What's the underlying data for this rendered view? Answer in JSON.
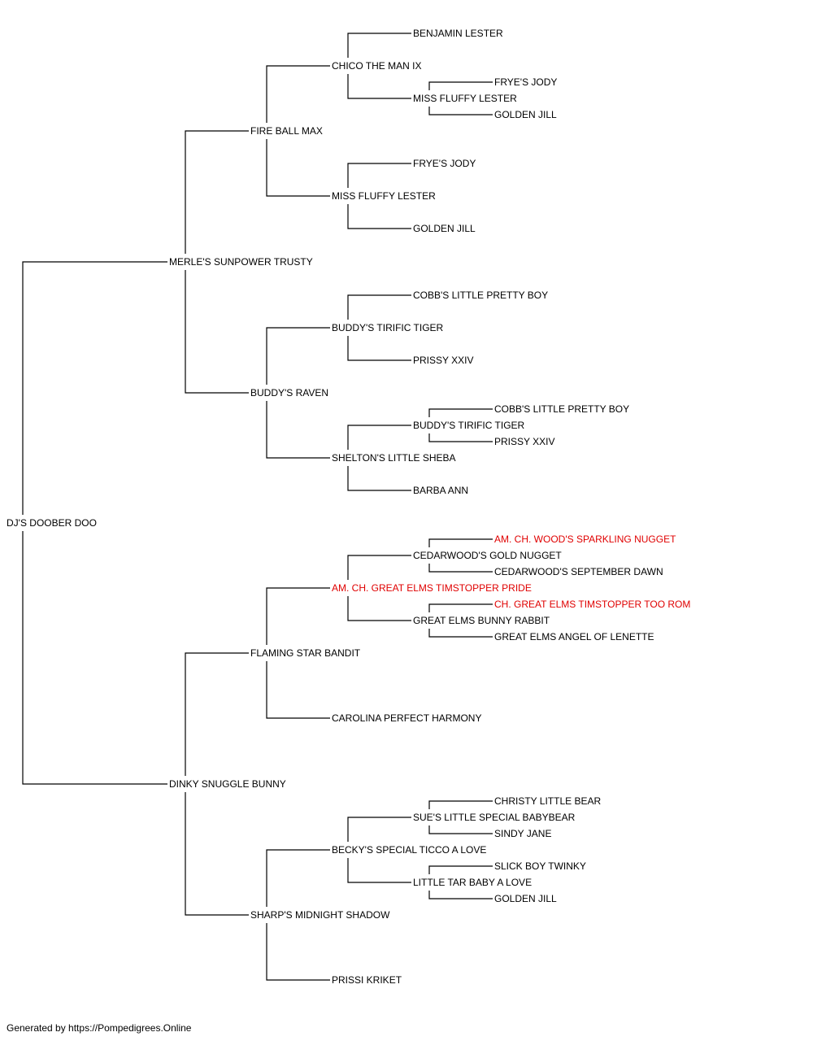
{
  "pedigree": {
    "name": "DJ'S DOOBER DOO",
    "sire": {
      "name": "MERLE'S SUNPOWER TRUSTY",
      "sire": {
        "name": "FIRE BALL MAX",
        "sire": {
          "name": "CHICO THE MAN IX",
          "sire": {
            "name": "BENJAMIN LESTER"
          },
          "dam": {
            "name": "MISS FLUFFY LESTER",
            "sire": {
              "name": "FRYE'S JODY"
            },
            "dam": {
              "name": "GOLDEN JILL"
            }
          }
        },
        "dam": {
          "name": "MISS FLUFFY LESTER",
          "sire": {
            "name": "FRYE'S JODY"
          },
          "dam": {
            "name": "GOLDEN JILL"
          }
        }
      },
      "dam": {
        "name": "BUDDY'S RAVEN",
        "sire": {
          "name": "BUDDY'S TIRIFIC TIGER",
          "sire": {
            "name": "COBB'S LITTLE PRETTY BOY"
          },
          "dam": {
            "name": "PRISSY XXIV"
          }
        },
        "dam": {
          "name": "SHELTON'S LITTLE SHEBA",
          "sire": {
            "name": "BUDDY'S TIRIFIC TIGER",
            "sire": {
              "name": "COBB'S LITTLE PRETTY BOY"
            },
            "dam": {
              "name": "PRISSY XXIV"
            }
          },
          "dam": {
            "name": "BARBA ANN"
          }
        }
      }
    },
    "dam": {
      "name": "DINKY SNUGGLE BUNNY",
      "sire": {
        "name": "FLAMING STAR BANDIT",
        "sire": {
          "name": "AM. CH. GREAT ELMS TIMSTOPPER PRIDE",
          "champion": true,
          "sire": {
            "name": "CEDARWOOD'S GOLD NUGGET",
            "sire": {
              "name": "AM. CH. WOOD'S SPARKLING NUGGET",
              "champion": true
            },
            "dam": {
              "name": "CEDARWOOD'S SEPTEMBER DAWN"
            }
          },
          "dam": {
            "name": "GREAT ELMS BUNNY RABBIT",
            "sire": {
              "name": "CH. GREAT ELMS TIMSTOPPER TOO ROM",
              "champion": true
            },
            "dam": {
              "name": "GREAT ELMS ANGEL OF LENETTE"
            }
          }
        },
        "dam": {
          "name": "CAROLINA PERFECT HARMONY"
        }
      },
      "dam": {
        "name": "SHARP'S MIDNIGHT SHADOW",
        "sire": {
          "name": "BECKY'S SPECIAL TICCO A LOVE",
          "sire": {
            "name": "SUE'S LITTLE SPECIAL BABYBEAR",
            "sire": {
              "name": "CHRISTY LITTLE BEAR"
            },
            "dam": {
              "name": "SINDY JANE"
            }
          },
          "dam": {
            "name": "LITTLE TAR BABY A LOVE",
            "sire": {
              "name": "SLICK BOY TWINKY"
            },
            "dam": {
              "name": "GOLDEN JILL"
            }
          }
        },
        "dam": {
          "name": "PRISSI KRIKET"
        }
      }
    }
  },
  "colors": {
    "line": "#000000",
    "text": "#000000",
    "champion": "#e00000"
  },
  "footer": "Generated by https://Pompedigrees.Online"
}
